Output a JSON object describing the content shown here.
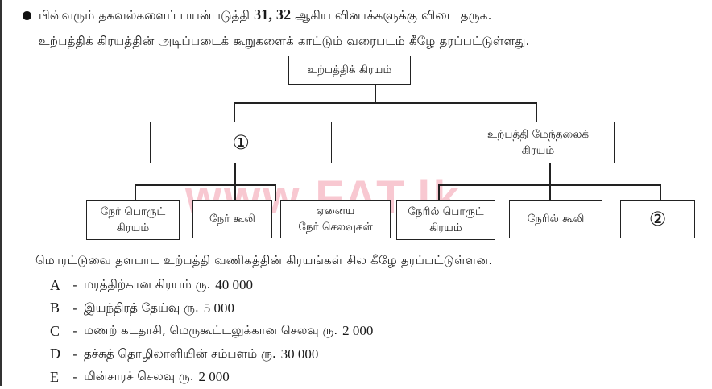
{
  "intro": {
    "line1_pre": "பின்வரும் தகவல்களைப் பயன்படுத்தி",
    "line1_bold": "31, 32",
    "line1_post": "ஆகிய வினாக்களுக்கு விடை தருக.",
    "line2": "உற்பத்திக் கிரயத்தின் அடிப்படைக் கூறுகளைக் காட்டும் வரைபடம் கீழே தரப்பட்டுள்ளது."
  },
  "diagram": {
    "root": "உற்பத்திக் கிரயம்",
    "level1": {
      "left": "①",
      "right": [
        "உற்பத்தி மேந்தலைக்",
        "கிரயம்"
      ]
    },
    "level2_left": [
      [
        "நேர் பொருட்",
        "கிரயம்"
      ],
      [
        "நேர் கூலி"
      ],
      [
        "ஏனைய",
        "நேர் செலவுகள்"
      ]
    ],
    "level2_right": [
      [
        "நேரில் பொருட்",
        "கிரயம்"
      ],
      [
        "நேரில் கூலி"
      ],
      [
        "②"
      ]
    ],
    "watermark": "www.FAT.lk",
    "watermark_color": "#f6b6c2"
  },
  "costs": {
    "intro": "மொரட்டுவை தளபாட உற்பத்தி வணிகத்தின் கிரயங்கள் சில கீழே தரப்பட்டுள்ளன.",
    "items": [
      {
        "label": "A",
        "text": "மரத்திற்கான கிரயம் ரு.",
        "amount": "40 000"
      },
      {
        "label": "B",
        "text": "இயந்திரத் தேய்வு ரு.",
        "amount": "5 000"
      },
      {
        "label": "C",
        "text": "மணற் கடதாசி, மெருகூட்டலுக்கான செலவு ரு.",
        "amount": "2 000"
      },
      {
        "label": "D",
        "text": "தச்சுத் தொழிலாளியின் சம்பளம் ரு.",
        "amount": "30 000"
      },
      {
        "label": "E",
        "text": "மின்சாரச் செலவு ரு.",
        "amount": "2 000"
      }
    ]
  }
}
